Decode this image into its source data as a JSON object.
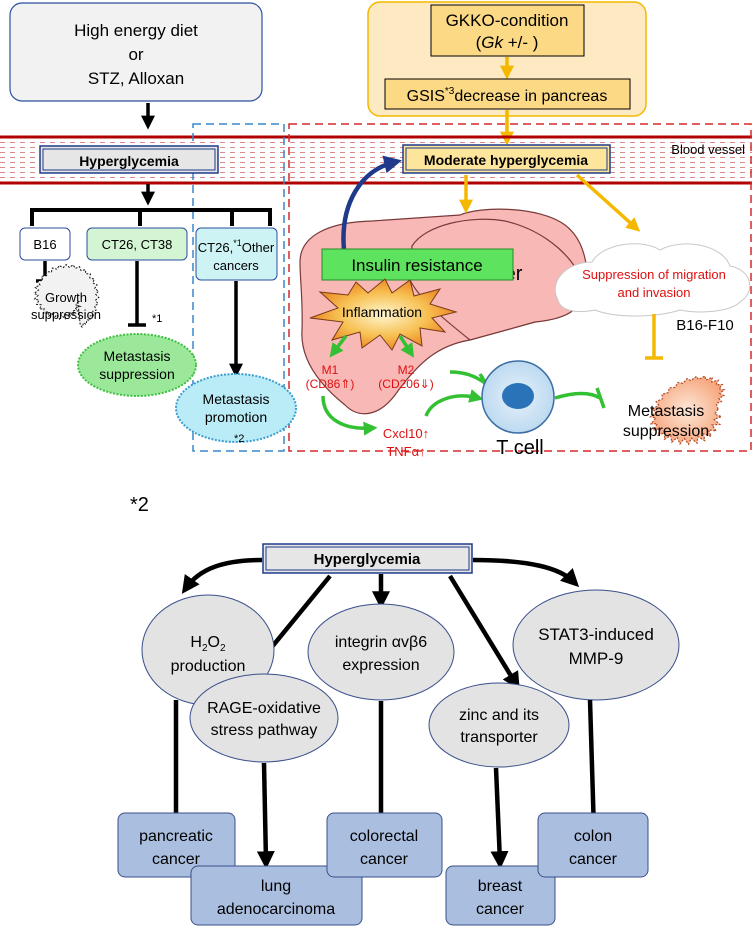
{
  "top_left": {
    "diet_line1": "High energy diet",
    "diet_line2": "or",
    "diet_line3": "STZ, Alloxan",
    "hyperglycemia": "Hyperglycemia",
    "b16": "B16",
    "ct26_ct38": "CT26, CT38",
    "ct26_other_a": "CT26,",
    "ct26_other_sup": "*1",
    "ct26_other_b": "Other",
    "ct26_other_c": "cancers",
    "growth_1": "Growth",
    "growth_2": "suppression",
    "meta_supp_note": "*1",
    "meta_supp_1": "Metastasis",
    "meta_supp_2": "suppression",
    "meta_promo_1": "Metastasis",
    "meta_promo_2": "promotion",
    "note_2": "*2"
  },
  "top_right": {
    "gkko_1": "GKKO-condition",
    "gkko_2a": "(",
    "gkko_2b": "Gk",
    "gkko_2c": " +/- )",
    "gsis_a": "GSIS",
    "gsis_sup": "*3",
    "gsis_b": "decrease in pancreas",
    "blood_vessel": "Blood vessel",
    "moderate": "Moderate hyperglycemia",
    "insulin_resistance": "Insulin resistance",
    "liver": "Liver",
    "inflammation": "Inflammation",
    "m1_1": "M1",
    "m1_2": "(CD86⇑)",
    "m2_1": "M2",
    "m2_2": "(CD206⇓)",
    "cxcl10": "Cxcl10↑",
    "tnfa": "TNFα↑",
    "tcell": "T cell",
    "suppression_1": "Suppression of migration",
    "suppression_2": "and invasion",
    "b16f10": "B16-F10",
    "meta_1": "Metastasis",
    "meta_2": "suppression"
  },
  "bottom": {
    "note": "*2",
    "hyperglycemia": "Hyperglycemia",
    "h2o2_a": "H",
    "h2o2_b": "2",
    "h2o2_c": "O",
    "h2o2_d": "2",
    "h2o2_line2": "production",
    "rage_1": "RAGE-oxidative",
    "rage_2": "stress pathway",
    "integrin_1": "integrin αvβ6",
    "integrin_2": "expression",
    "zinc_1": "zinc and its",
    "zinc_2": "transporter",
    "stat3_1": "STAT3-induced",
    "stat3_2": "MMP-9",
    "pancreatic_1": "pancreatic",
    "pancreatic_2": "cancer",
    "lung_1": "lung",
    "lung_2": "adenocarcinoma",
    "colorectal_1": "colorectal",
    "colorectal_2": "cancer",
    "breast_1": "breast",
    "breast_2": "cancer",
    "colon_1": "colon",
    "colon_2": "cancer"
  },
  "colors": {
    "red_border": "#c00000",
    "blue_dash": "#3a86c8",
    "gold": "#f5b800",
    "liver": "#f7b8b6",
    "green_box": "#5ee35e",
    "green_arrow": "#33c033",
    "node_fill": "#e3e3e3",
    "cancer_box": "#aabfe0",
    "title_box": "#e6e6e6",
    "navy": "#1f3a8a",
    "red_text": "#e01010"
  }
}
